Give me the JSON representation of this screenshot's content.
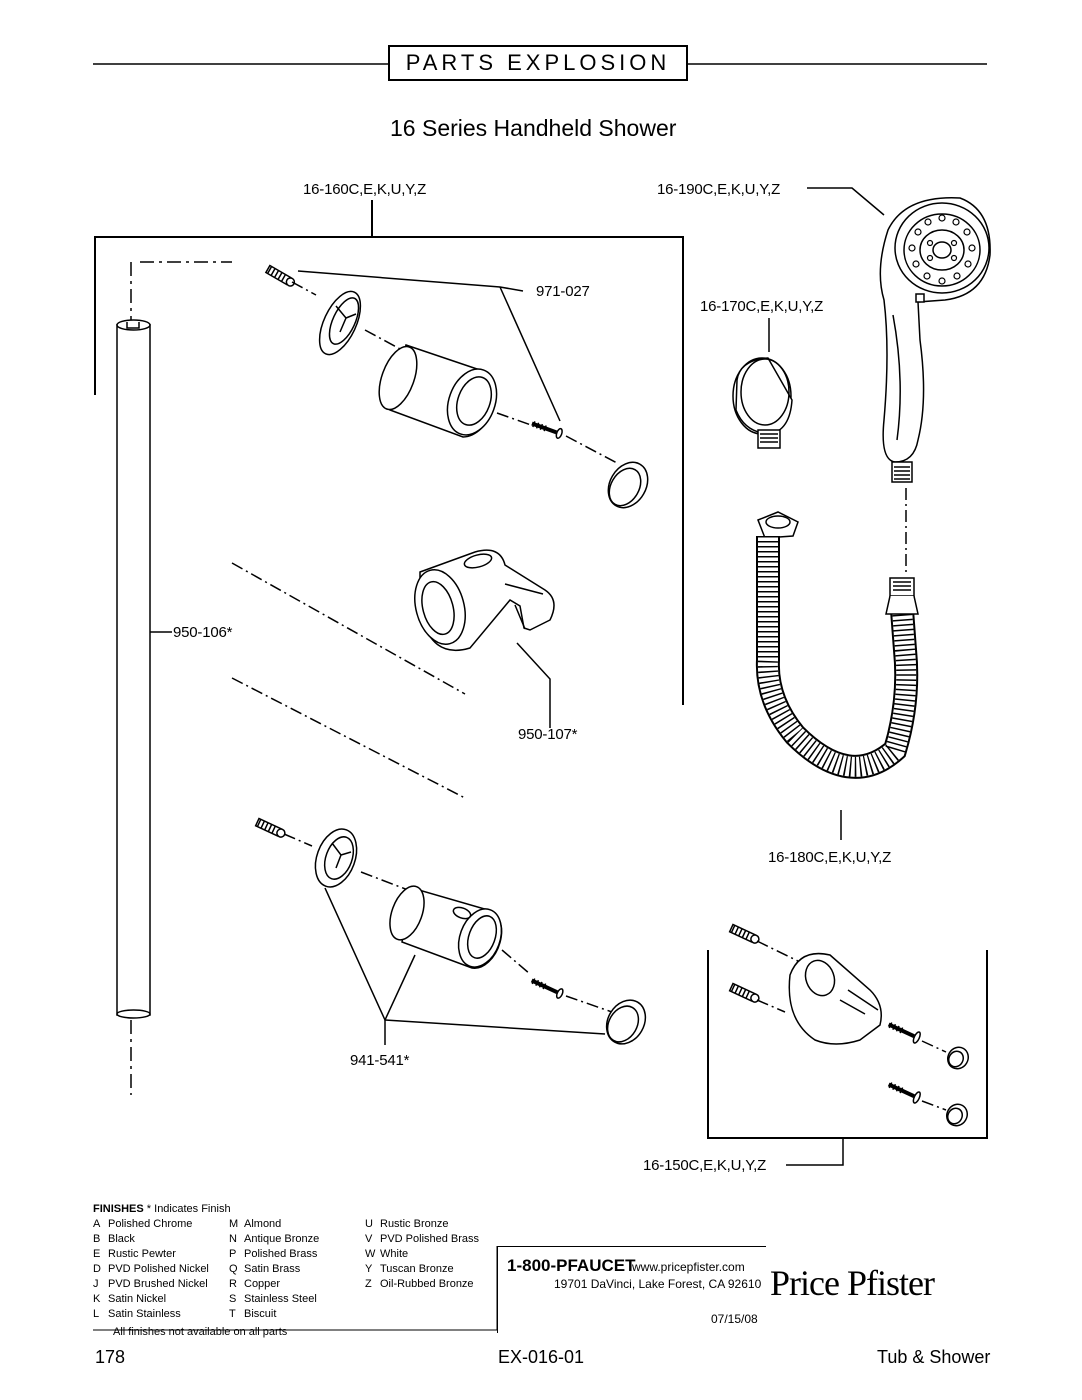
{
  "header": {
    "section_label": "PARTS EXPLOSION",
    "title": "16 Series Handheld Shower"
  },
  "part_labels": {
    "slide_bar_kit": "16-160C,E,K,U,Y,Z",
    "screw_set": "971-027",
    "slide_bar": "950-106*",
    "bracket": "950-107*",
    "end_cap_set": "941-541*",
    "handheld": "16-190C,E,K,U,Y,Z",
    "elbow": "16-170C,E,K,U,Y,Z",
    "hose": "16-180C,E,K,U,Y,Z",
    "wall_bracket": "16-150C,E,K,U,Y,Z"
  },
  "finishes": {
    "heading": "FINISHES",
    "note": "* Indicates Finish",
    "columns": [
      [
        {
          "code": "A",
          "name": "Polished Chrome"
        },
        {
          "code": "B",
          "name": "Black"
        },
        {
          "code": "E",
          "name": "Rustic Pewter"
        },
        {
          "code": "D",
          "name": "PVD Polished Nickel"
        },
        {
          "code": "J",
          "name": "PVD Brushed Nickel"
        },
        {
          "code": "K",
          "name": "Satin Nickel"
        },
        {
          "code": "L",
          "name": "Satin Stainless"
        }
      ],
      [
        {
          "code": "M",
          "name": "Almond"
        },
        {
          "code": "N",
          "name": "Antique Bronze"
        },
        {
          "code": "P",
          "name": "Polished Brass"
        },
        {
          "code": "Q",
          "name": "Satin Brass"
        },
        {
          "code": "R",
          "name": "Copper"
        },
        {
          "code": "S",
          "name": "Stainless Steel"
        },
        {
          "code": "T",
          "name": "Biscuit"
        }
      ],
      [
        {
          "code": "U",
          "name": "Rustic Bronze"
        },
        {
          "code": "V",
          "name": "PVD Polished Brass"
        },
        {
          "code": "W",
          "name": "White"
        },
        {
          "code": "Y",
          "name": "Tuscan Bronze"
        },
        {
          "code": "Z",
          "name": "Oil-Rubbed Bronze"
        }
      ]
    ],
    "footnote": "All finishes not available on all parts"
  },
  "contact": {
    "phone": "1-800-PFAUCET",
    "website": "www.pricepfister.com",
    "address": "19701 DaVinci, Lake Forest, CA 92610",
    "date": "07/15/08"
  },
  "brand": "Price Pfister",
  "footer": {
    "page_number": "178",
    "doc_code": "EX-016-01",
    "category": "Tub & Shower"
  }
}
